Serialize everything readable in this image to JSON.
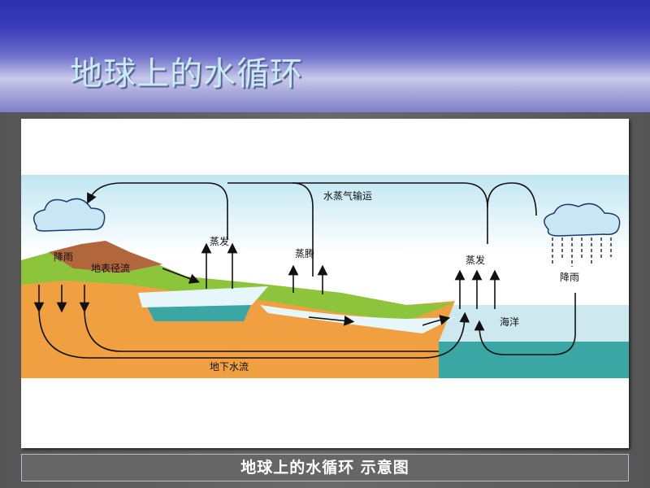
{
  "slide_title": "地球上的水循环",
  "caption": "地球上的水循环 示意图",
  "diagram": {
    "labels": {
      "vapor_transport": "水蒸气输运",
      "evaporation_land": "蒸发",
      "transpiration": "蒸腾",
      "evaporation_sea": "蒸发",
      "rain_land": "降雨",
      "rain_sea": "降雨",
      "surface_runoff": "地表径流",
      "ocean": "海洋",
      "groundwater_flow": "地下水流"
    }
  }
}
